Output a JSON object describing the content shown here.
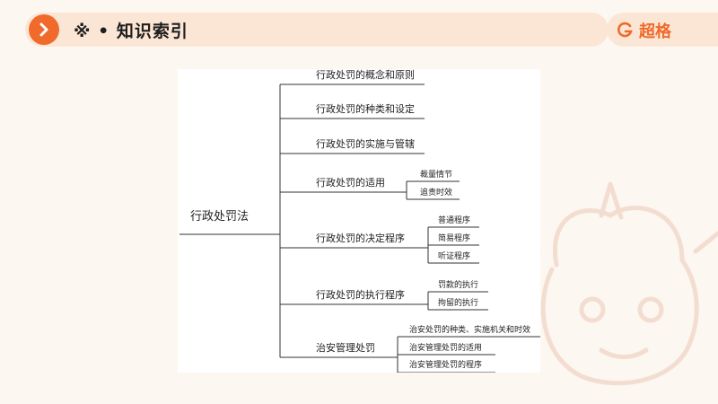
{
  "header": {
    "title": "※ • 知识索引",
    "brand": "超格"
  },
  "icons": {
    "badge": "chevron-right-icon",
    "brand": "g-logo-icon"
  },
  "colors": {
    "accent": "#f06a2b",
    "header_bg": "#fbe6d6"
  },
  "mindmap": {
    "root": "行政处罚法",
    "branches": [
      {
        "label": "行政处罚的概念和原则",
        "children": []
      },
      {
        "label": "行政处罚的种类和设定",
        "children": []
      },
      {
        "label": "行政处罚的实施与管辖",
        "children": []
      },
      {
        "label": "行政处罚的适用",
        "children": [
          "裁量情节",
          "追责时效"
        ]
      },
      {
        "label": "行政处罚的决定程序",
        "children": [
          "普通程序",
          "简易程序",
          "听证程序"
        ]
      },
      {
        "label": "行政处罚的执行程序",
        "children": [
          "罚款的执行",
          "拘留的执行"
        ]
      },
      {
        "label": "治安管理处罚",
        "children": [
          "治安处罚的种类、实施机关和时效",
          "治安管理处罚的适用",
          "治安管理处罚的程序"
        ]
      }
    ]
  }
}
